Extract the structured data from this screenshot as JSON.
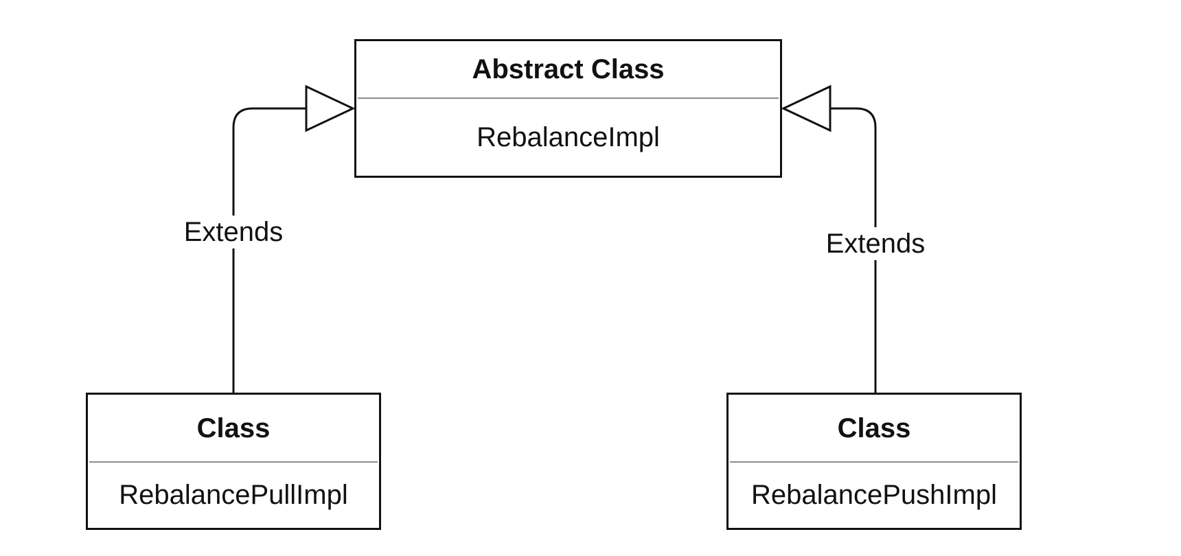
{
  "diagram": {
    "parent": {
      "stereotype": "Abstract Class",
      "name": "RebalanceImpl"
    },
    "children": [
      {
        "stereotype": "Class",
        "name": "RebalancePullImpl"
      },
      {
        "stereotype": "Class",
        "name": "RebalancePushImpl"
      }
    ],
    "relations": [
      {
        "from": "RebalancePullImpl",
        "to": "RebalanceImpl",
        "label": "Extends"
      },
      {
        "from": "RebalancePushImpl",
        "to": "RebalanceImpl",
        "label": "Extends"
      }
    ]
  }
}
